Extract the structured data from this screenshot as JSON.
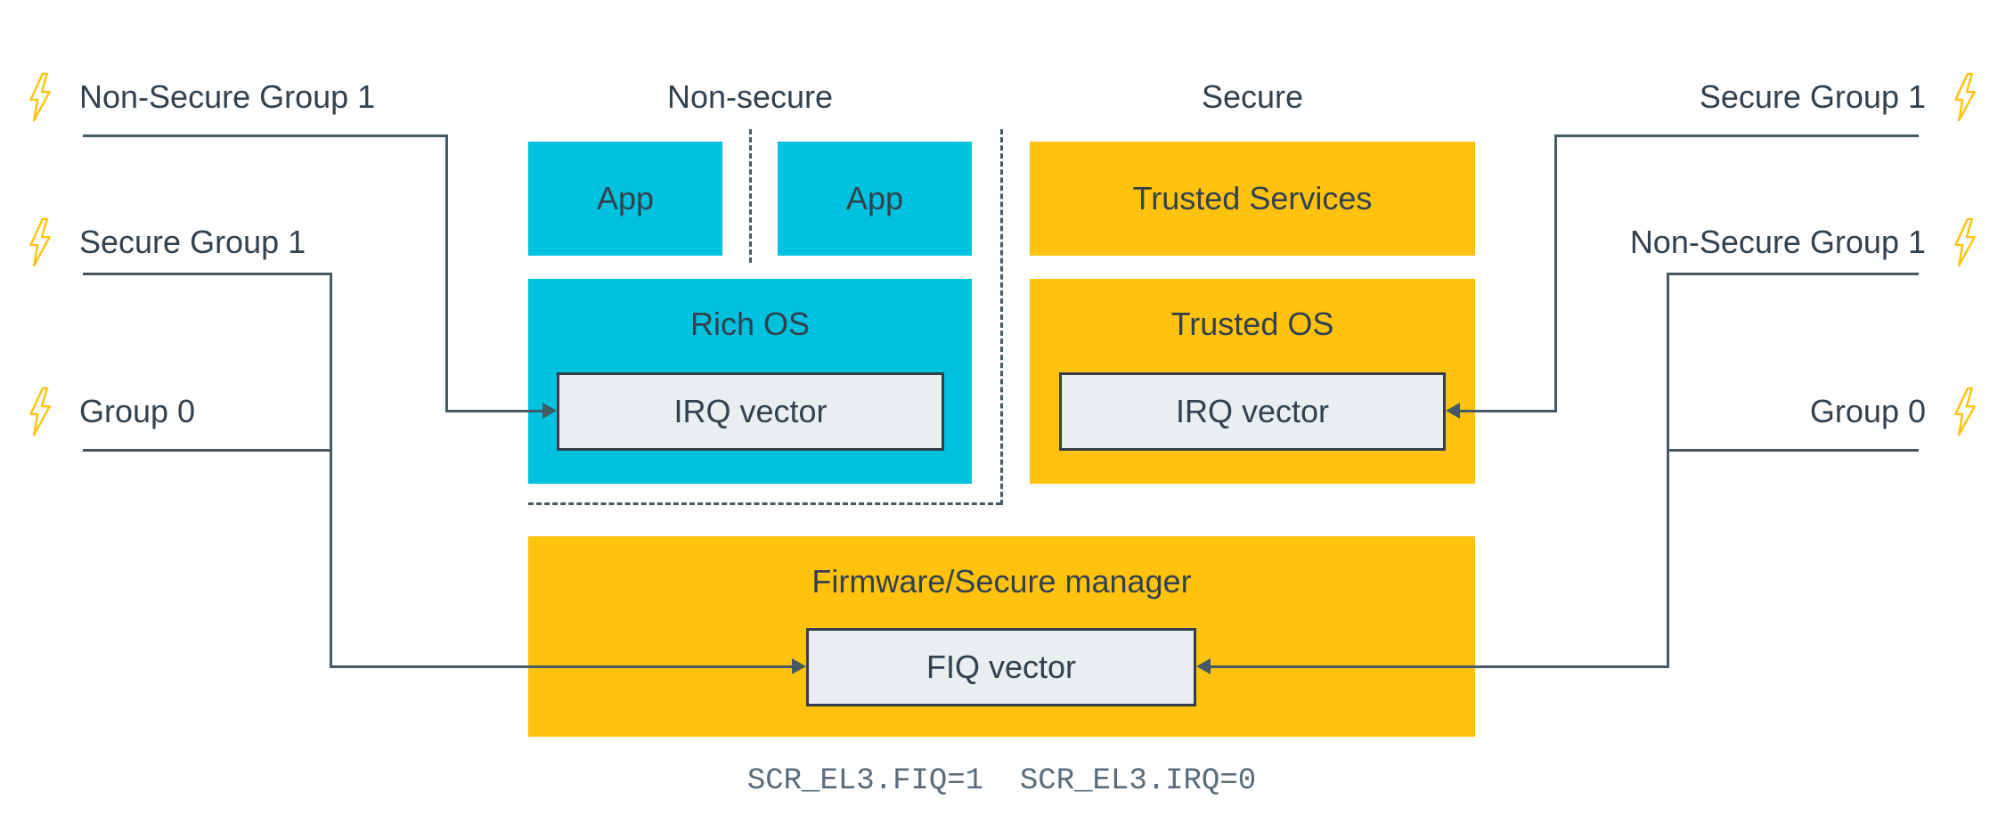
{
  "headers": {
    "nonsecure": "Non-secure",
    "secure": "Secure"
  },
  "sources": {
    "left": [
      "Non-Secure Group 1",
      "Secure Group 1",
      "Group 0"
    ],
    "right": [
      "Secure Group 1",
      "Non-Secure Group 1",
      "Group 0"
    ]
  },
  "boxes": {
    "app1": "App",
    "app2": "App",
    "trusted_services": "Trusted Services",
    "rich_os": "Rich OS",
    "irq_vector_nonsecure": "IRQ vector",
    "trusted_os": "Trusted OS",
    "irq_vector_secure": "IRQ vector",
    "firmware": "Firmware/Secure manager",
    "fiq_vector": "FIQ vector"
  },
  "caption": "SCR_EL3.FIQ=1  SCR_EL3.IRQ=0",
  "icons": {
    "interrupt": "lightning-bolt-icon"
  },
  "colors": {
    "nonsecure_fill": "#00c1de",
    "secure_fill": "#ffc20e",
    "vector_fill": "#e9eef0",
    "vector_border": "#333e48",
    "line": "#455a64",
    "text": "#33414e",
    "bolt": "#ffc20e",
    "caption_text": "#5b6b7a",
    "background": "#ffffff"
  }
}
